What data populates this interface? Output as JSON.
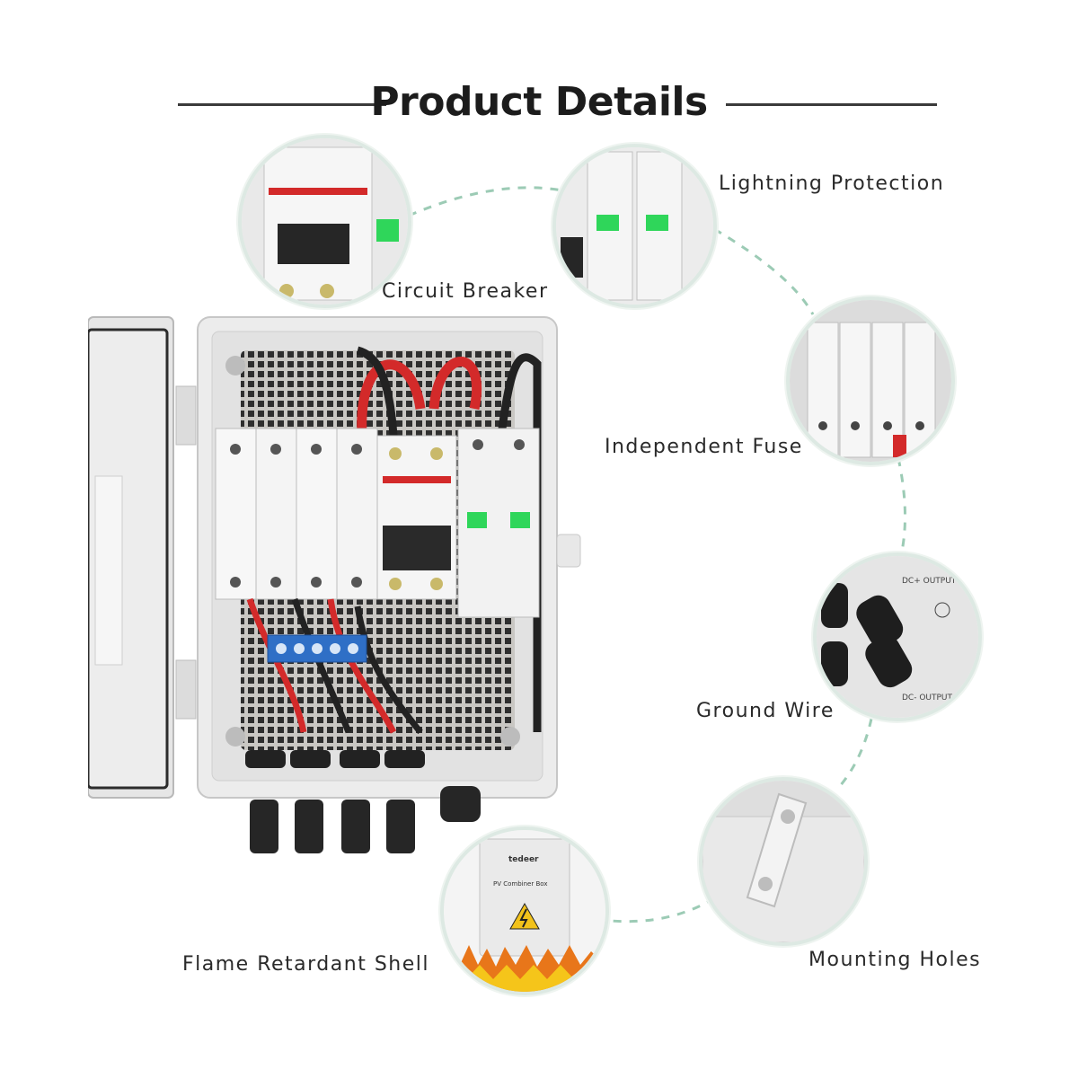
{
  "title": "Product Details",
  "callouts": {
    "circuit_breaker": "Circuit Breaker",
    "lightning_protection": "Lightning Protection",
    "independent_fuse": "Independent Fuse",
    "ground_wire": "Ground Wire",
    "mounting_holes": "Mounting Holes",
    "flame_retardant_shell": "Flame Retardant Shell"
  },
  "box_text": {
    "brand": "tedeer",
    "caption": "PV Combiner Box",
    "dc_output_top": "DC+ OUTPUT",
    "dc_output_bottom": "DC- OUTPUT"
  },
  "colors": {
    "dash": "#9ccbb5",
    "circle_border": "#dde9e3",
    "red_wire": "#d32a2a",
    "terminal_blue": "#2f6fc6",
    "spd_green": "#2fd65a",
    "enclosure": "#ececec"
  }
}
